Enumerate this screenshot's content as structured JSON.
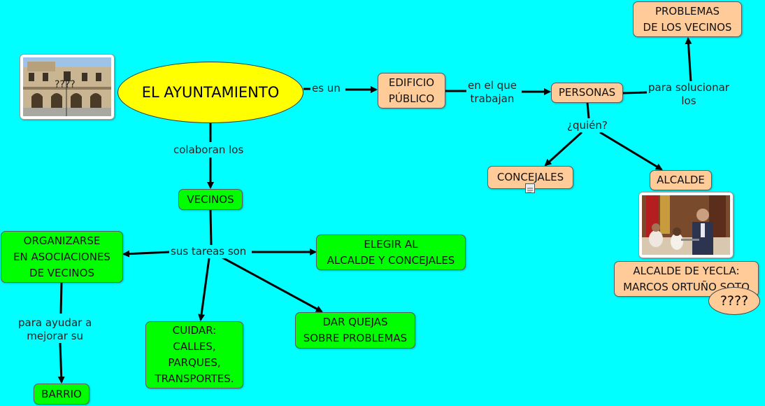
{
  "main": {
    "label": "EL AYUNTAMIENTO",
    "photo_overlay": "????"
  },
  "nodes": {
    "edificio": "EDIFICIO\nPÚBLICO",
    "personas": "PERSONAS",
    "problemas": "PROBLEMAS\nDE LOS VECINOS",
    "concejales": "CONCEJALES",
    "alcalde": "ALCALDE",
    "alcalde_yecla": "ALCALDE DE YECLA:\nMARCOS ORTUÑO SOTO",
    "alcalde_bubble": "????",
    "vecinos": "VECINOS",
    "organizarse": "ORGANIZARSE\nEN ASOCIACIONES\nDE VECINOS",
    "elegir": "ELEGIR AL\nALCALDE Y CONCEJALES",
    "cuidar": "CUIDAR:\nCALLES,\nPARQUES,\nTRANSPORTES.",
    "quejas": "DAR QUEJAS\nSOBRE PROBLEMAS",
    "barrio": "BARRIO"
  },
  "links": {
    "es_un": "es un",
    "en_el_que": "en el que\ntrabajan",
    "para_solucionar": "para solucionar\nlos",
    "quien": "¿quién?",
    "colaboran": "colaboran los",
    "sus_tareas": "sus tareas son",
    "para_ayudar": "para ayudar a\nmejorar su"
  },
  "icons": {
    "note": "note-icon",
    "town_hall_photo": "town-hall-photo",
    "mayor_photo": "mayor-photo"
  },
  "colors": {
    "background": "#00FFFF",
    "main_concept": "#FFFF00",
    "peach_node": "#FFCC99",
    "green_node": "#00FF00"
  }
}
